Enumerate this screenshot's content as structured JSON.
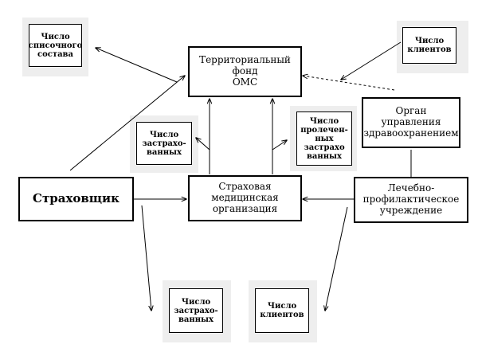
{
  "nodes": {
    "fund": "Территориальный\nфонд\nОМС",
    "health_authority": "Орган\nуправления\nздравоохранением",
    "insurer": "Страховщик",
    "smo": "Страховая\nмедицинская\nорганизация",
    "clinic": "Лечебно-\nпрофилактическое\nучреждение",
    "list_staff": "Число\nсписочного\nсостава",
    "clients_top": "Число\nклиентов",
    "insured_mid": "Число\nзастрахо-\nванных",
    "treated": "Число\nпролечен-\nных\nзастрахо\nванных",
    "insured_bottom": "Число\nзастрахо-\nванных",
    "clients_bottom": "Число\nклиентов"
  }
}
